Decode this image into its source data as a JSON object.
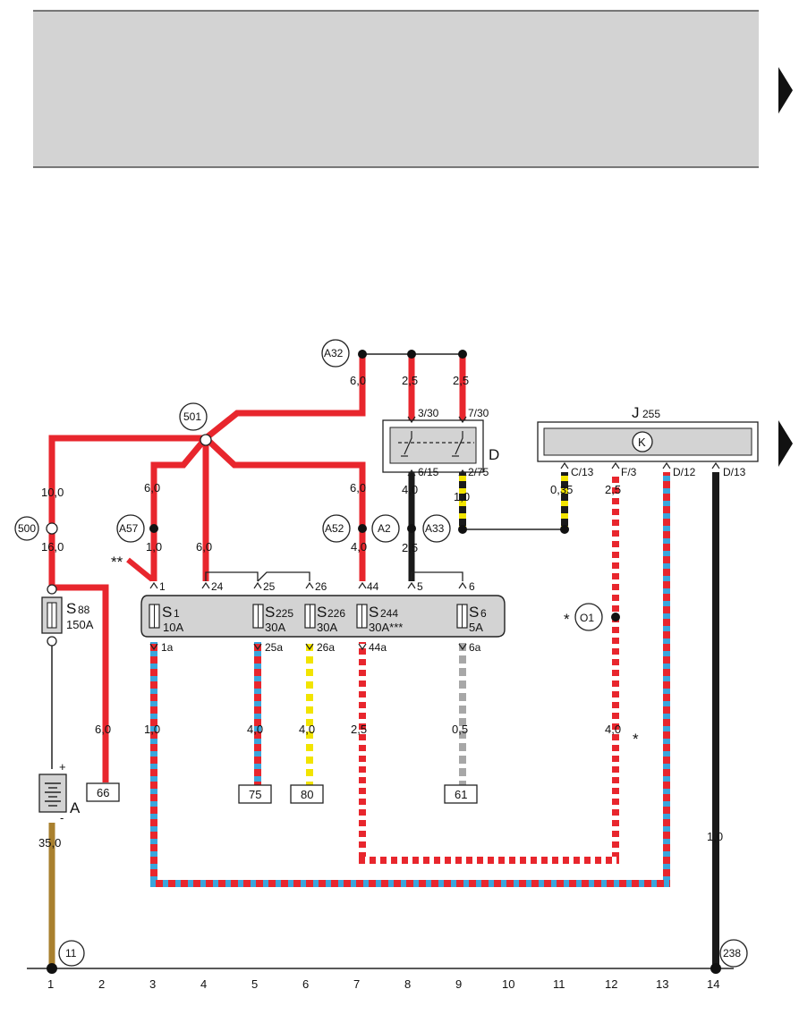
{
  "header": {
    "bg": "#d3d3d3"
  },
  "colors": {
    "red": "#e8262d",
    "blue": "#3aa6dc",
    "yellow": "#f2e400",
    "grey": "#a7a7a7",
    "black": "#1a1a1a",
    "brown": "#a9802e",
    "white": "#ffffff",
    "box": "#d3d3d3"
  },
  "components": {
    "fuse_box": {
      "fuses": [
        {
          "id": "s1",
          "name": "S",
          "sub": "1",
          "rating": "10A",
          "in_pin": "1",
          "out_pin": "1a"
        },
        {
          "id": "s225",
          "name": "S",
          "sub": "225",
          "rating": "30A",
          "in_pin": "25",
          "out_pin": "25a"
        },
        {
          "id": "s226",
          "name": "S",
          "sub": "226",
          "rating": "30A",
          "in_pin": "26",
          "out_pin": "26a"
        },
        {
          "id": "s244",
          "name": "S",
          "sub": "244",
          "rating": "30A***",
          "in_pin": "44",
          "out_pin": "44a"
        },
        {
          "id": "s6",
          "name": "S",
          "sub": "6",
          "rating": "5A",
          "in_pin": "6",
          "out_pin": "6a"
        }
      ],
      "pin_24": "24",
      "pin_5": "5"
    },
    "s88": {
      "name": "S",
      "sub": "88",
      "rating": "150A"
    },
    "battery": {
      "label": "A",
      "plus": "+",
      "minus": "-"
    },
    "switch_d": {
      "label": "D",
      "pin_3_30": "3/30",
      "pin_7_30": "7/30",
      "pin_6_15": "6/15",
      "pin_2_75": "2/75"
    },
    "j255": {
      "name": "J",
      "sub": "255",
      "symbol": "K",
      "pins": [
        "C/13",
        "F/3",
        "D/12",
        "D/13"
      ]
    }
  },
  "connectors": {
    "c500": "500",
    "c501": "501",
    "a32": "A32",
    "a57": "A57",
    "a52": "A52",
    "a2": "A2",
    "a33": "A33",
    "o1": "O1",
    "c11": "11",
    "c238": "238"
  },
  "wire_sizes": {
    "w10_0": "10,0",
    "w16_0": "16,0",
    "w6_0_a": "6,0",
    "w1_0_a": "1,0",
    "w6_0_b": "6,0",
    "w6_0_c": "6,0",
    "w4_0_a": "4,0",
    "w6_0_d": "6,0",
    "w2_5_a": "2,5",
    "w2_5_b": "2,5",
    "w4_0_b": "4,0",
    "w2_5_c": "2,5",
    "w1_0_b": "1,0",
    "w0_35": "0,35",
    "w2_5_d": "2,5",
    "w6_0_e": "6,0",
    "w1_0_c": "1,0",
    "w4_0_c": "4,0",
    "w4_0_d": "4,0",
    "w2_5_e": "2,5",
    "w0_5": "0,5",
    "w4_0_e": "4,0",
    "w35_0": "35,0",
    "w1_0_d": "1,0"
  },
  "terminals": [
    "66",
    "75",
    "80",
    "61"
  ],
  "marks": {
    "double_star": "**",
    "single_star": "*",
    "star_o1": "*"
  },
  "ruler": [
    "1",
    "2",
    "3",
    "4",
    "5",
    "6",
    "7",
    "8",
    "9",
    "10",
    "11",
    "12",
    "13",
    "14"
  ]
}
